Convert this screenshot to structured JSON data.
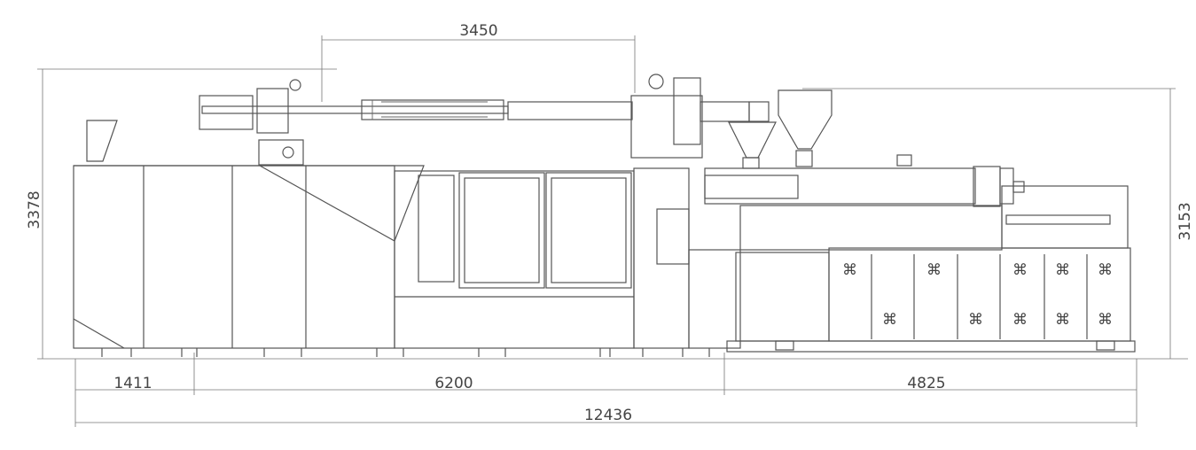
{
  "drawing": {
    "dimensions": {
      "top_width": "3450",
      "overall_height_left": "3378",
      "overall_height_right": "3153",
      "bottom_segment_1": "1411",
      "bottom_segment_2": "6200",
      "bottom_segment_3": "4825",
      "overall_length": "12436"
    },
    "colors": {
      "line": "#555555",
      "background": "#ffffff"
    }
  }
}
